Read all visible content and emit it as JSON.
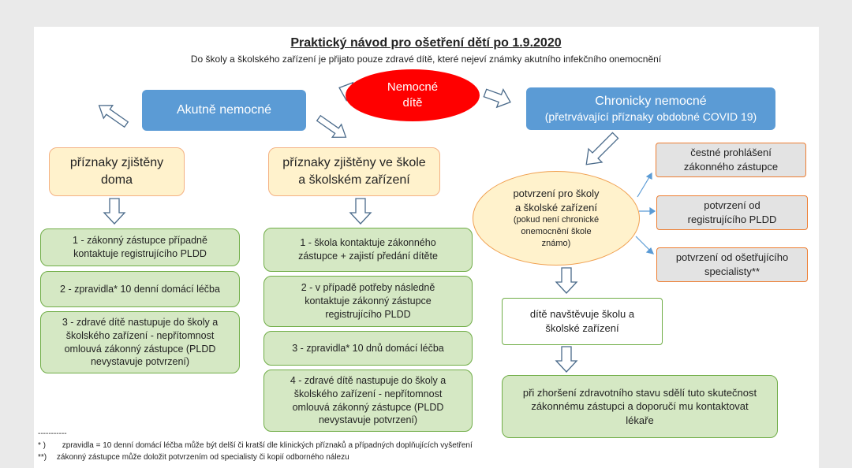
{
  "header": {
    "title": "Praktický návod pro ošetření dětí po 1.9.2020",
    "subtitle": "Do školy a školského zařízení je přijato pouze zdravé dítě, které nejeví známky akutního infekčního onemocnění"
  },
  "nodes": {
    "sick_child": [
      "Nemocné",
      "dítě"
    ],
    "acute": "Akutně nemocné",
    "chronic": {
      "title": "Chronicky nemocné",
      "subtitle": "(přetrvávající příznaky obdobné COVID 19)"
    },
    "home_symptoms": [
      "příznaky zjištěny",
      "doma"
    ],
    "school_symptoms": [
      "příznaky zjištěny ve škole",
      "a školském zařízení"
    ],
    "home_steps": [
      [
        "1 - zákonný zástupce případně",
        "kontaktuje registrujícího PLDD"
      ],
      [
        "2 - zpravidla* 10 denní domácí léčba"
      ],
      [
        "3 - zdravé dítě nastupuje do školy a",
        "školského zařízení - nepřítomnost",
        "omlouvá zákonný zástupce (PLDD",
        "nevystavuje potvrzení)"
      ]
    ],
    "school_steps": [
      [
        "1 - škola kontaktuje zákonného",
        "zástupce + zajistí předání dítěte"
      ],
      [
        "2 - v případě potřeby následně",
        "kontaktuje zákonný zástupce",
        "registrujícího PLDD"
      ],
      [
        "3 - zpravidla* 10 dnů domácí léčba"
      ],
      [
        "4 - zdravé dítě nastupuje do školy a",
        "školského zařízení - nepřítomnost",
        "omlouvá zákonný zástupce (PLDD",
        "nevystavuje potvrzení)"
      ]
    ],
    "confirmation": {
      "lines": [
        "potvrzení pro školy",
        "a školské zařízení"
      ],
      "note": [
        "(pokud není chronické",
        "onemocnění škole",
        "známo)"
      ]
    },
    "options": [
      [
        "čestné prohlášení",
        "zákonného zástupce"
      ],
      [
        "potvrzení od",
        "registrujícího PLDD"
      ],
      [
        "potvrzení od ošetřujícího",
        "specialisty**"
      ]
    ],
    "attends": [
      "dítě navštěvuje školu a",
      "školské zařízení"
    ],
    "worsening": [
      "při zhoršení zdravotního stavu sdělí tuto skutečnost",
      "zákonnému zástupci a doporučí mu kontaktovat",
      "lékaře"
    ]
  },
  "footnotes": {
    "separator": "-----------",
    "items": [
      {
        "mark": "* )",
        "text": "zpravidla = 10 denní domácí léčba může být delší či kratší dle klinických příznaků a případných doplňujících vyšetření"
      },
      {
        "mark": "**)",
        "text": "zákonný zástupce může doložit potvrzením od specialisty či kopií odborného nálezu"
      }
    ]
  },
  "colors": {
    "blue": "#5b9bd5",
    "red": "#ff0000",
    "cream": "#fff2cc",
    "green": "#d5e8c4",
    "green_border": "#70ad47",
    "orange_border": "#ed7d31",
    "gray": "#e3e3e3"
  }
}
